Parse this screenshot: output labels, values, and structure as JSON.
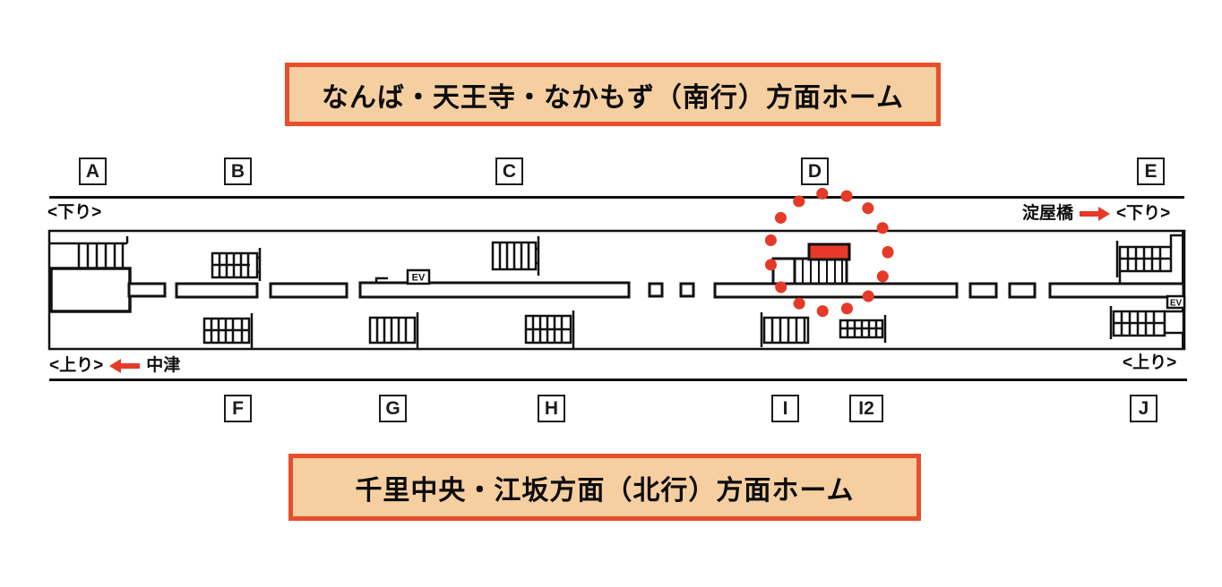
{
  "banners": {
    "south_platform": "なんば・天王寺・なかもず（南行）方面ホーム",
    "north_platform": "千里中央・江坂方面（北行）方面ホーム"
  },
  "markers": {
    "top": [
      {
        "label": "A"
      },
      {
        "label": "B"
      },
      {
        "label": "C"
      },
      {
        "label": "D"
      },
      {
        "label": "E"
      }
    ],
    "bottom": [
      {
        "label": "F"
      },
      {
        "label": "G"
      },
      {
        "label": "H"
      },
      {
        "label": "I"
      },
      {
        "label": "I2"
      },
      {
        "label": "J"
      }
    ]
  },
  "directions": {
    "top_left": "<下り>",
    "top_right_station": "淀屋橋",
    "top_right": "<下り>",
    "bottom_left": "<上り>",
    "bottom_left_station": "中津",
    "bottom_right": "<上り>"
  },
  "labels": {
    "elevator": "EV"
  },
  "colors": {
    "accent_red": "#e53a28",
    "banner_background": "#f6cfa1",
    "banner_border": "#e84e2c",
    "line_black": "#111111"
  }
}
